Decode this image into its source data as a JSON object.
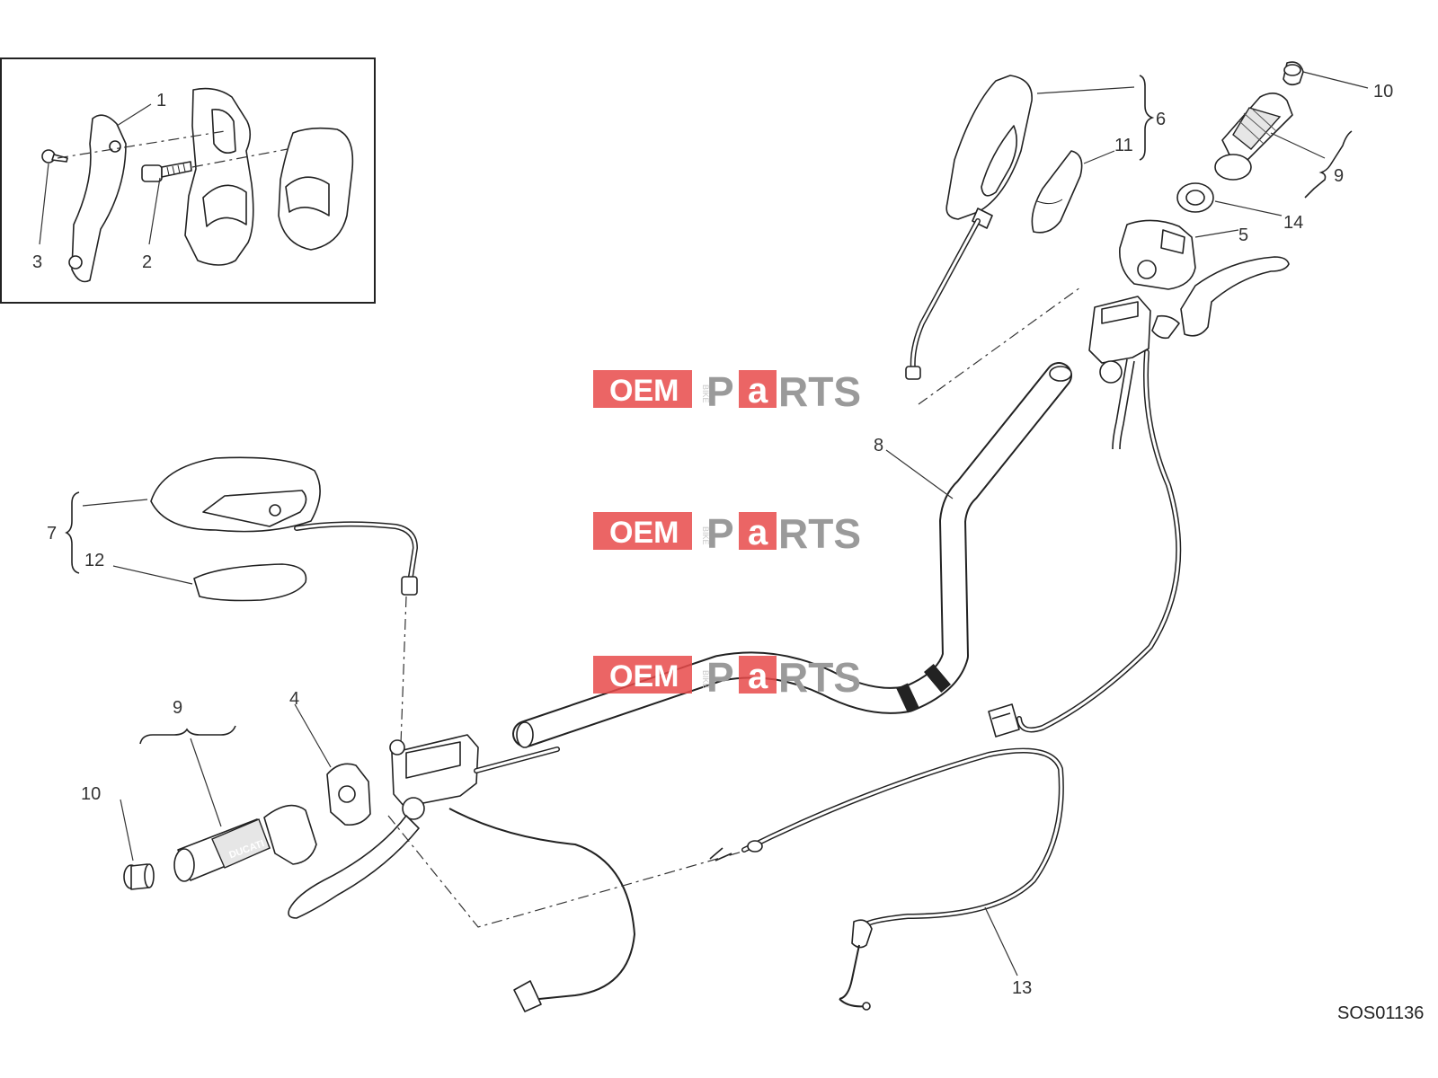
{
  "diagram_code": "SOS01136",
  "watermark": {
    "oem": "OEM",
    "bike": "BIKE",
    "parts_p": "P",
    "parts_a": "a",
    "parts_rest": "RTS",
    "brand_color": "#e84a4a",
    "grey_color": "#9a9a9a"
  },
  "callouts": {
    "c1": "1",
    "c2": "2",
    "c3": "3",
    "c4": "4",
    "c5": "5",
    "c6": "6",
    "c7": "7",
    "c8": "8",
    "c9_left": "9",
    "c9_right": "9",
    "c10_left": "10",
    "c10_right": "10",
    "c11": "11",
    "c12": "12",
    "c13": "13",
    "c14": "14"
  },
  "grip_brand": "DUCATI"
}
